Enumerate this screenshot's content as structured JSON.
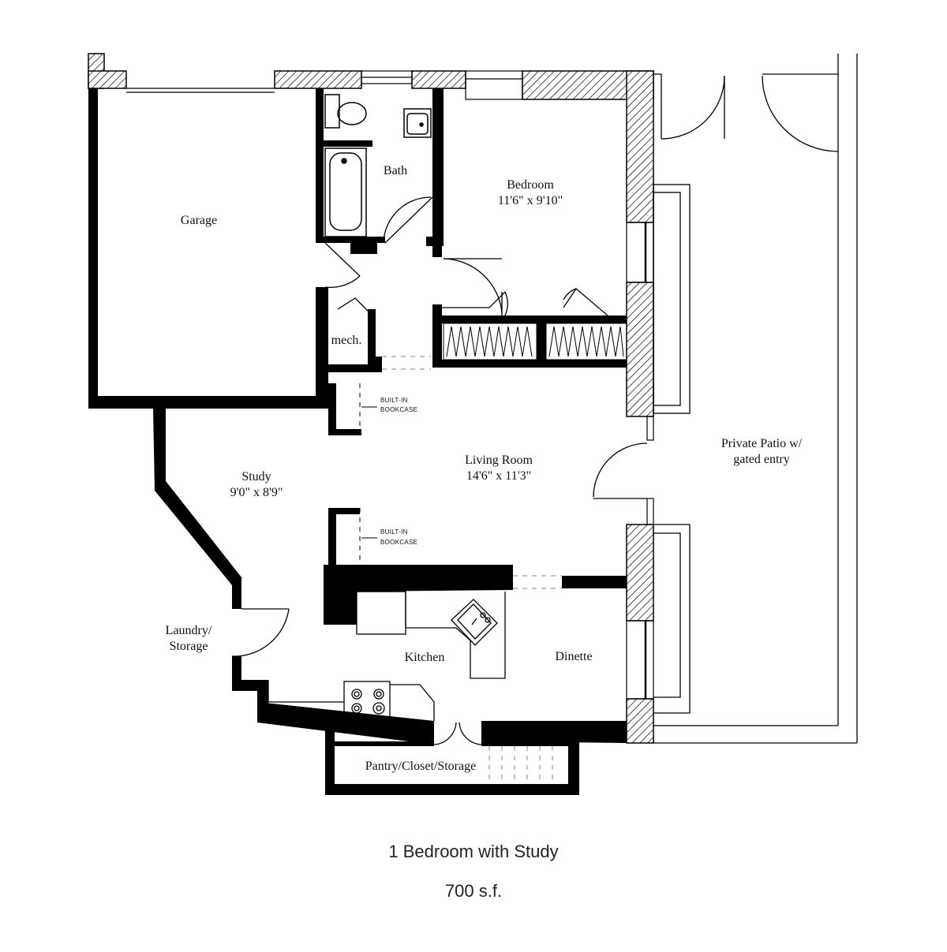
{
  "rooms": {
    "garage": "Garage",
    "bath": "Bath",
    "bedroom": "Bedroom",
    "bedroom_size": "11'6\" x 9'10\"",
    "mech": "mech.",
    "living": "Living Room",
    "living_size": "14'6\" x 11'3\"",
    "study": "Study",
    "study_size": "9'0\" x 8'9\"",
    "patio_line1": "Private Patio w/",
    "patio_line2": "gated entry",
    "laundry_line1": "Laundry/",
    "laundry_line2": "Storage",
    "kitchen": "Kitchen",
    "dinette": "Dinette",
    "pantry": "Pantry/Closet/Storage"
  },
  "bookcase": {
    "line1": "BUILT-IN",
    "line2": "BOOKCASE"
  },
  "caption": {
    "title": "1 Bedroom with Study",
    "area": "700 s.f."
  },
  "colors": {
    "wall": "#000000",
    "hatch": "#000000",
    "background": "#ffffff"
  }
}
